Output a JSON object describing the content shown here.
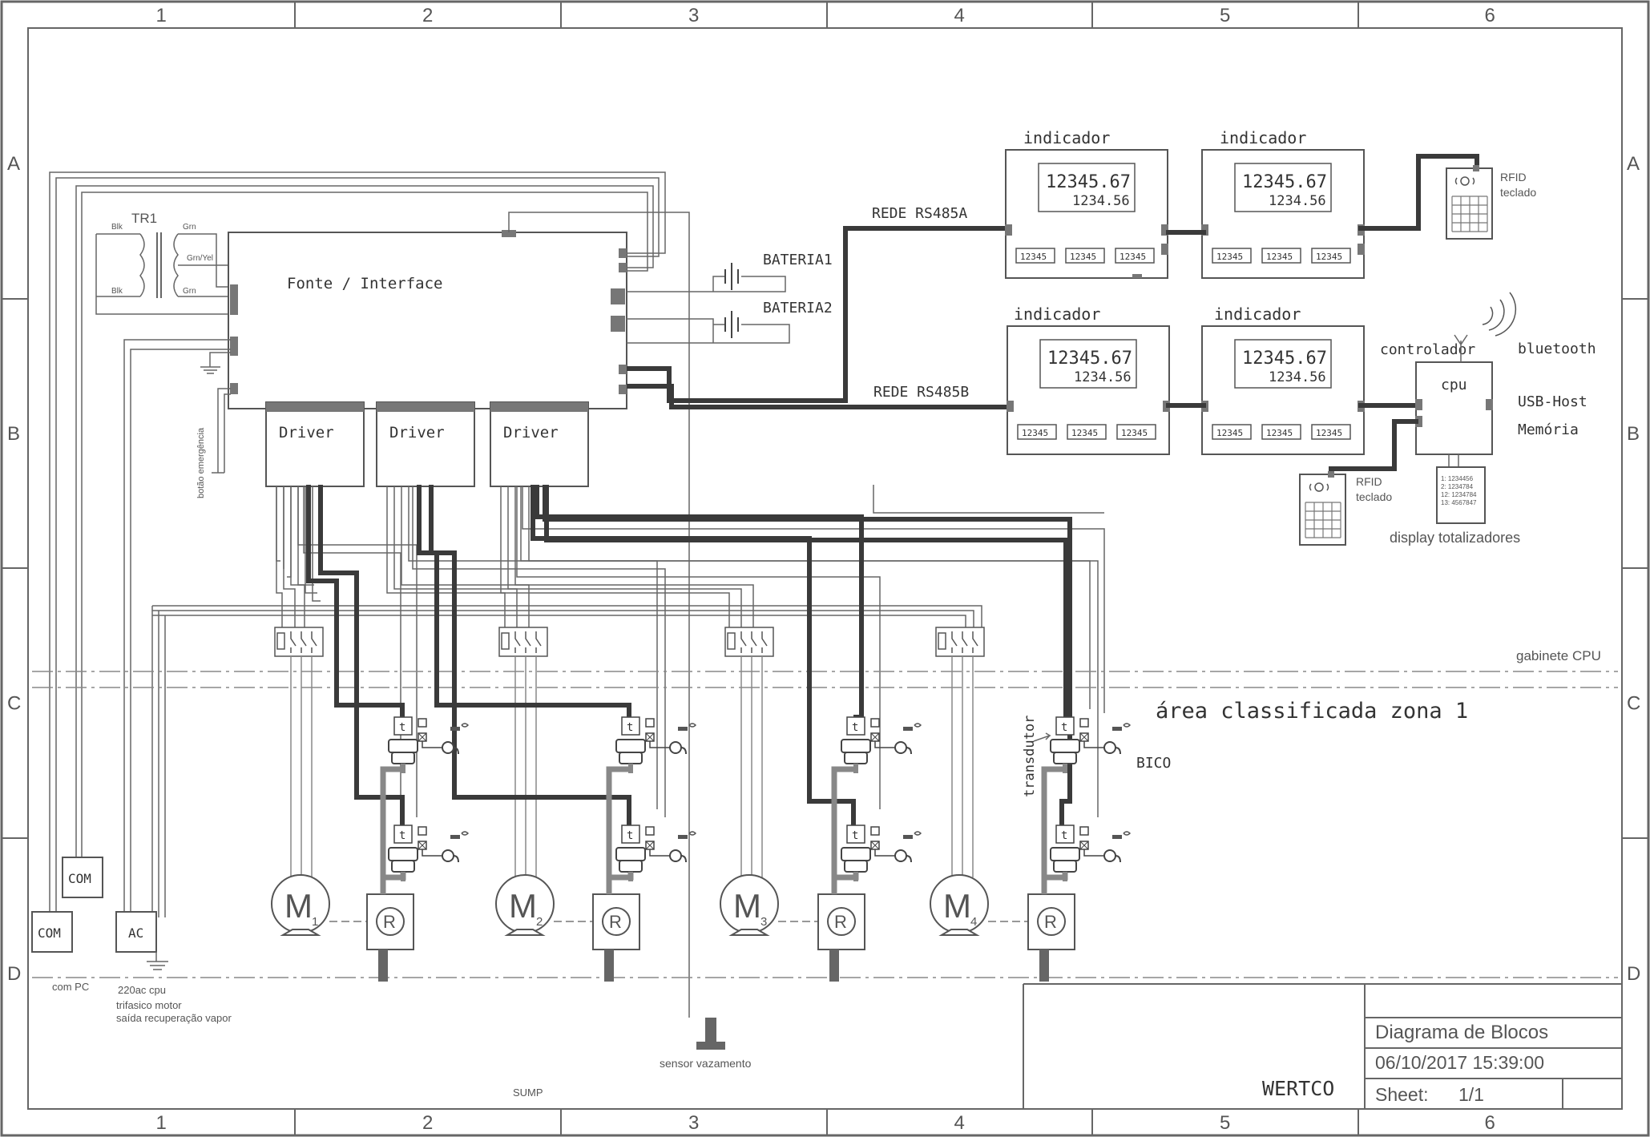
{
  "border": {
    "columns": [
      "1",
      "2",
      "3",
      "4",
      "5",
      "6"
    ],
    "rows": [
      "A",
      "B",
      "C",
      "D"
    ]
  },
  "labels": {
    "tr1": "TR1",
    "blk1": "Blk",
    "blk2": "Blk",
    "grn1": "Grn",
    "grn_yel": "Grn/Yel",
    "grn2": "Grn",
    "fonte": "Fonte / Interface",
    "bateria1": "BATERIA1",
    "bateria2": "BATERIA2",
    "botao": "botão emergência",
    "driver": "Driver",
    "rede_a": "REDE RS485A",
    "rede_b": "REDE RS485B",
    "indicador": "indicador",
    "display_big": "12345.67",
    "display_small": "1234.56",
    "button_value": "12345",
    "rfid": "RFID",
    "teclado": "teclado",
    "controlador": "controlador",
    "cpu": "cpu",
    "bluetooth": "bluetooth",
    "usb_host": "USB-Host",
    "memoria": "Memória",
    "display_totalizadores": "display totalizadores",
    "totalizer_lines": [
      "1: 1234456",
      "2: 1234784",
      "12: 1234784",
      "13: 4567847"
    ],
    "gabinete": "gabinete CPU",
    "area": "área classificada zona 1",
    "transdutor": "transdutor",
    "bico": "BICO",
    "com": "COM",
    "ac": "AC",
    "com_pc": "com PC",
    "ac_cpu": "220ac cpu",
    "trifasico": "trifasico motor",
    "saida": "saída recuperação vapor",
    "sensor": "sensor vazamento",
    "sump": "SUMP",
    "motor": "M",
    "motor_subs": [
      "1",
      "2",
      "3",
      "4"
    ],
    "pump": "R",
    "valve_t": "t"
  },
  "title_block": {
    "company": "WERTCO",
    "title": "Diagrama de Blocos",
    "datetime": "06/10/2017 15:39:00",
    "sheet_label": "Sheet:",
    "sheet_value": "1/1"
  }
}
